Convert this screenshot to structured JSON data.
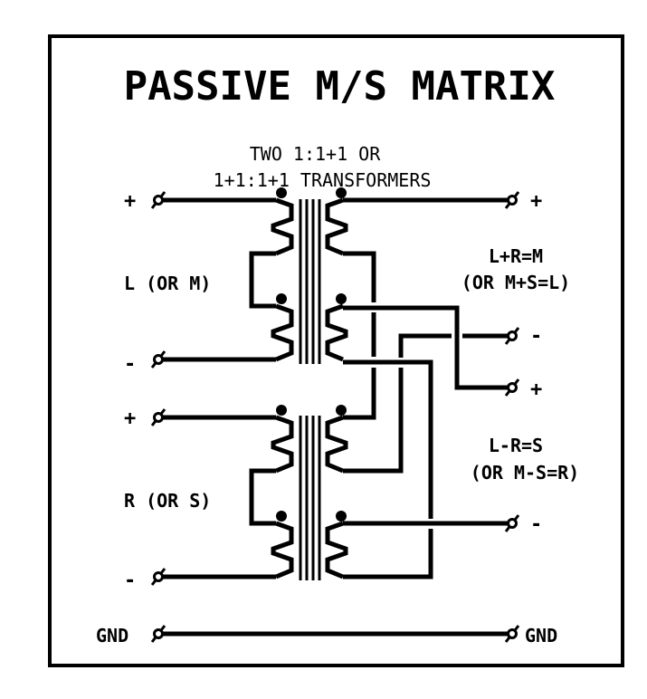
{
  "title": "PASSIVE M/S MATRIX",
  "transformer_note": [
    "TWO 1:1+1 OR",
    "1+1:1+1 TRANSFORMERS"
  ],
  "inputs": {
    "left_label": "L (OR M)",
    "right_label": "R (OR S)",
    "plus": "+",
    "minus": "-",
    "gnd": "GND"
  },
  "outputs": {
    "sum_label": [
      "L+R=M",
      "(OR M+S=L)"
    ],
    "diff_label": [
      "L-R=S",
      "(OR M-S=R)"
    ],
    "plus": "+",
    "minus": "-",
    "gnd": "GND"
  },
  "colors": {
    "ink": "#000000",
    "paper": "#ffffff"
  }
}
